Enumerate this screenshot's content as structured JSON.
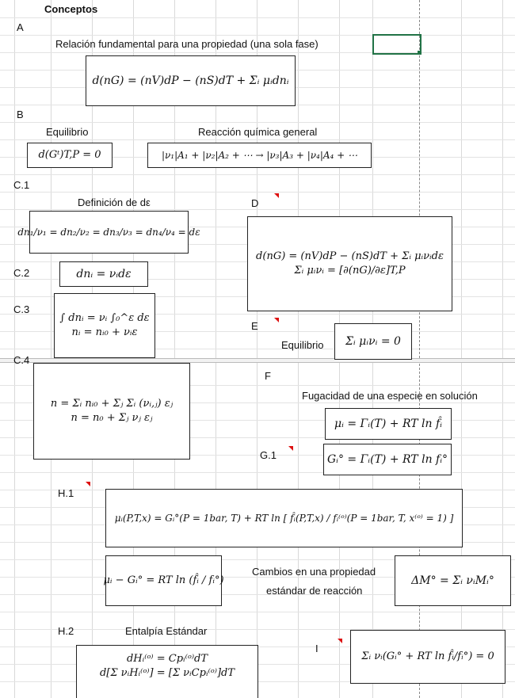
{
  "title": "Conceptos",
  "sections": {
    "a": "A",
    "b": "B",
    "c1": "C.1",
    "c2": "C.2",
    "c3": "C.3",
    "c4": "C.4",
    "d": "D",
    "e": "E",
    "f": "F",
    "g1": "G.1",
    "h1": "H.1",
    "h2": "H.2",
    "i": "I"
  },
  "labels": {
    "relacion": "Relación fundamental para una propiedad (una sola fase)",
    "equilibrio_b": "Equilibrio",
    "reaccion": "Reacción química general",
    "definicion": "Definición de dε",
    "equilibrio_e": "Equilibrio",
    "fugacidad": "Fugacidad de una especie en solución",
    "cambios_1": "Cambios en una propiedad",
    "cambios_2": "estándar de reacción",
    "entalpia": "Entalpía Estándar"
  },
  "formulas": {
    "a": "d(nG) = (nV)dP − (nS)dT + Σᵢ μᵢdnᵢ",
    "b_eq": "d(Gᵗ)T,P = 0",
    "b_rxn": "|ν₁|A₁ + |ν₂|A₂ + ⋯ → |ν₃|A₃ + |ν₄|A₄ + ⋯",
    "c1": "dn₁/ν₁ = dn₂/ν₂ = dn₃/ν₃ = dn₄/ν₄ = dε",
    "c2": "dnᵢ = νᵢdε",
    "c3_1": "∫ dnᵢ = νᵢ ∫₀^ε dε",
    "c3_2": "nᵢ = nᵢ₀ + νᵢε",
    "c4_1": "n = Σᵢ nᵢ₀ + Σⱼ Σᵢ (νᵢ,ⱼ) εⱼ",
    "c4_2": "n = n₀ + Σⱼ νⱼ εⱼ",
    "d_1": "d(nG) = (nV)dP − (nS)dT + Σᵢ μᵢνᵢdε",
    "d_2": "Σᵢ μᵢνᵢ = [∂(nG)/∂ε]T,P",
    "e": "Σᵢ μᵢνᵢ = 0",
    "f": "μᵢ = Γᵢ(T) + RT ln f̂ᵢ",
    "g1": "Gᵢ° = Γᵢ(T) + RT ln fᵢ°",
    "h1": "μᵢ(P,T,x) = Gᵢ°(P = 1bar, T) + RT ln [ f̂ᵢ(P,T,x) / fᵢ⁽ᵒ⁾(P = 1bar, T, x⁽ᵒ⁾ = 1) ]",
    "h1b": "μᵢ − Gᵢ° = RT ln (f̂ᵢ / fᵢ°)",
    "h1c": "ΔM° = Σᵢ νᵢMᵢ°",
    "h2_1": "dHᵢ⁽ᵒ⁾ = Cpᵢ⁽ᵒ⁾dT",
    "h2_2": "d[Σ νᵢHᵢ⁽ᵒ⁾] = [Σ νᵢCpᵢ⁽ᵒ⁾]dT",
    "i": "Σᵢ νᵢ(Gᵢ° + RT ln f̂ᵢ/fᵢ°) = 0"
  }
}
